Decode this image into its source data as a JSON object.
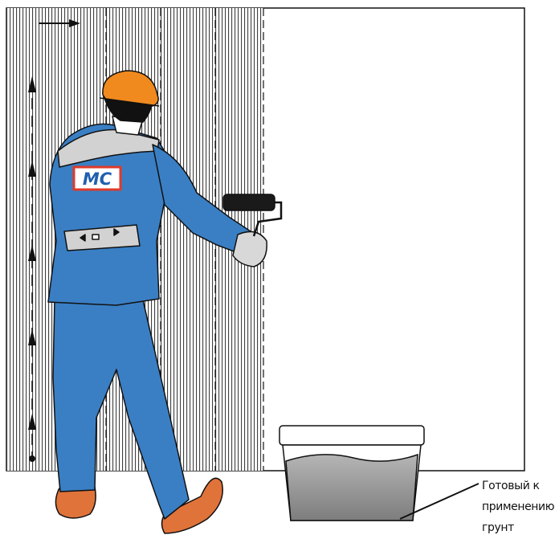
{
  "logo": {
    "text": "MC"
  },
  "caption": {
    "lines": [
      "Готовый к",
      "применению",
      "грунт"
    ]
  },
  "colors": {
    "overall_blue": "#3a7fc4",
    "helmet_orange": "#f08a1e",
    "shoe_orange": "#e0733a",
    "logo_red": "#e03a2a",
    "logo_blue": "#1f5fb0",
    "bucket_grey": "#9a9a9a"
  },
  "icons": [
    "arrow-up-icon",
    "arrow-right-icon",
    "paint-roller-icon",
    "primer-bucket-icon"
  ]
}
